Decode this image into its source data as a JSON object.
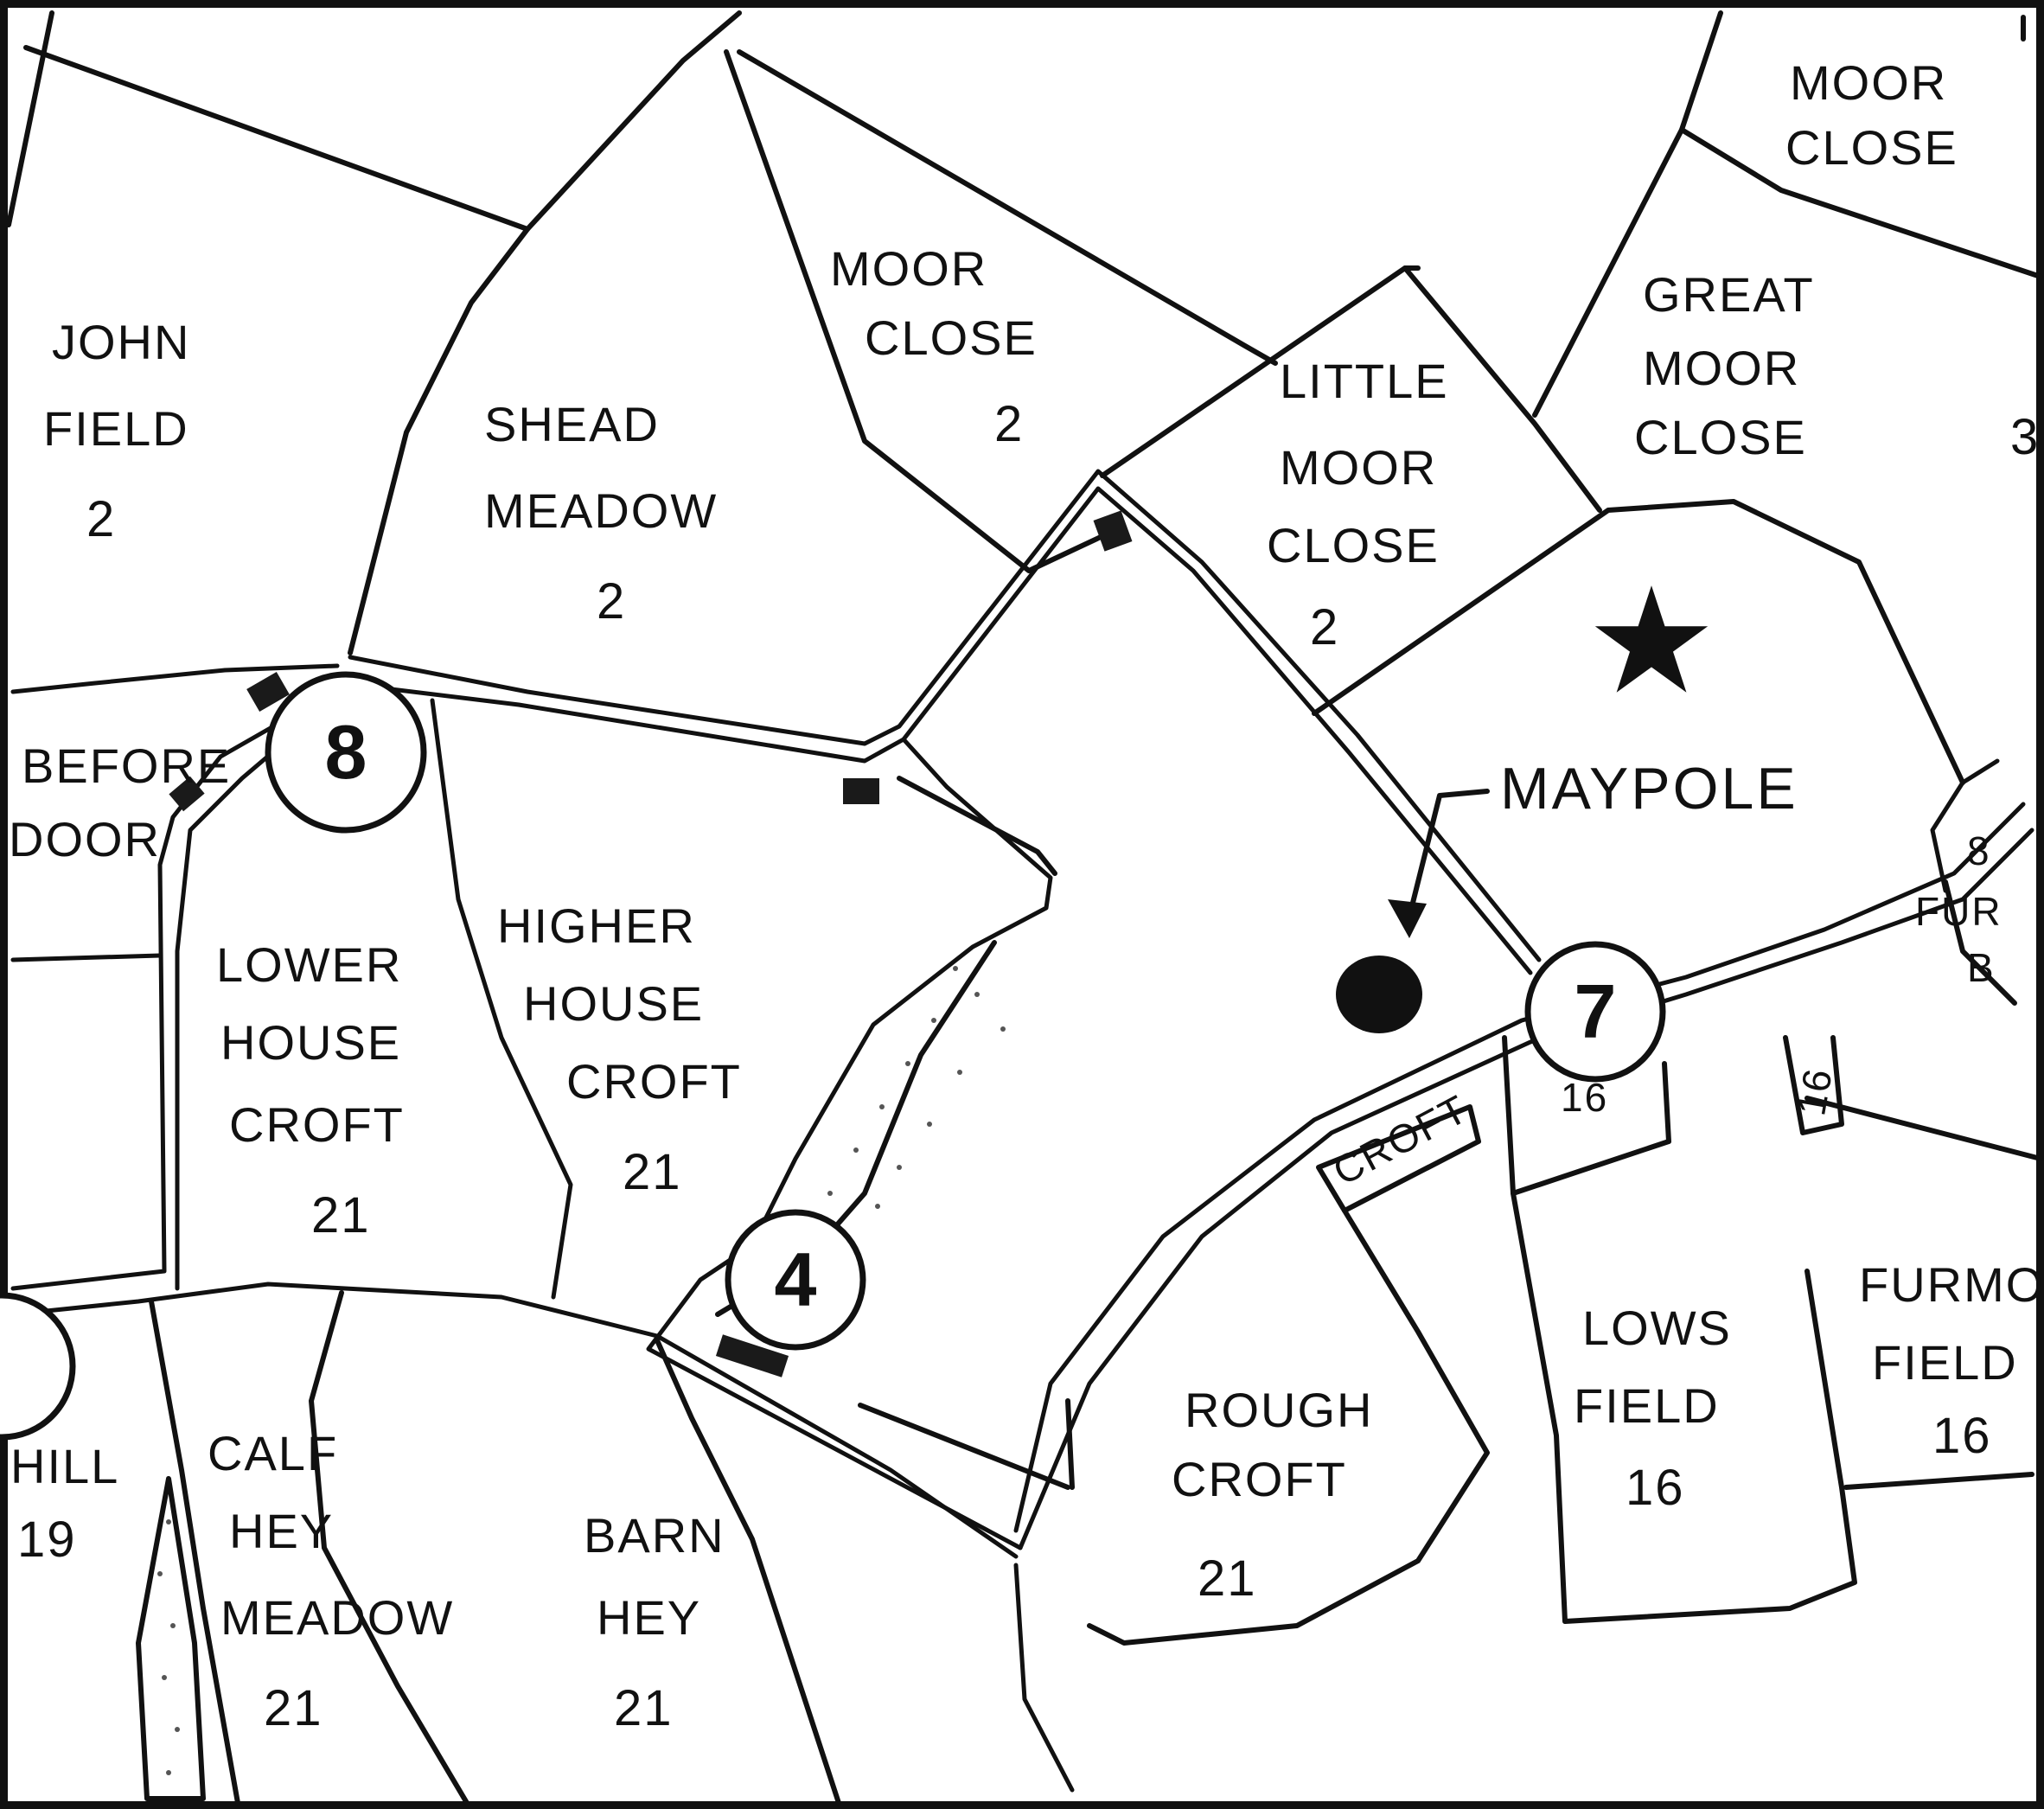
{
  "fields": [
    {
      "id": "john-field",
      "lines": [
        "JOHN",
        "FIELD"
      ],
      "number": "2"
    },
    {
      "id": "shead-meadow",
      "lines": [
        "SHEAD",
        "MEADOW"
      ],
      "number": "2"
    },
    {
      "id": "moor-close",
      "lines": [
        "MOOR",
        "CLOSE"
      ],
      "number": "2"
    },
    {
      "id": "little-moor-close",
      "lines": [
        "LITTLE",
        "MOOR",
        "CLOSE"
      ],
      "number": "2"
    },
    {
      "id": "great-moor-close",
      "lines": [
        "GREAT",
        "MOOR",
        "CLOSE"
      ],
      "number": "3"
    },
    {
      "id": "moor-close-top",
      "lines": [
        "MOOR",
        "CLOSE"
      ],
      "number": ""
    },
    {
      "id": "before-door",
      "lines": [
        "BEFORE",
        "DOOR"
      ],
      "number": ""
    },
    {
      "id": "lower-house-croft",
      "lines": [
        "LOWER",
        "HOUSE",
        "CROFT"
      ],
      "number": "21"
    },
    {
      "id": "higher-house-croft",
      "lines": [
        "HIGHER",
        "HOUSE",
        "CROFT"
      ],
      "number": "21"
    },
    {
      "id": "croft",
      "lines": [
        "CROFT"
      ],
      "number": ""
    },
    {
      "id": "rough-croft",
      "lines": [
        "ROUGH",
        "CROFT"
      ],
      "number": "21"
    },
    {
      "id": "lows-field",
      "lines": [
        "LOWS",
        "FIELD"
      ],
      "number": "16"
    },
    {
      "id": "furmo-field",
      "lines": [
        "FURMO",
        "FIELD"
      ],
      "number": "16"
    },
    {
      "id": "calf-hey-meadow",
      "lines": [
        "CALF",
        "HEY",
        "MEADOW"
      ],
      "number": "21"
    },
    {
      "id": "barn-hey",
      "lines": [
        "BARN",
        "HEY"
      ],
      "number": "21"
    },
    {
      "id": "hill",
      "lines": [
        "HILL"
      ],
      "number": "19"
    },
    {
      "id": "fur-b",
      "lines": [
        "8",
        "FUR",
        "B"
      ],
      "number": ""
    },
    {
      "id": "strip-16-a",
      "lines": [
        "16"
      ],
      "number": ""
    },
    {
      "id": "strip-16-b",
      "lines": [
        "16"
      ],
      "number": ""
    }
  ],
  "markers": [
    {
      "id": "marker-8",
      "label": "8"
    },
    {
      "id": "marker-7",
      "label": "7"
    },
    {
      "id": "marker-4",
      "label": "4"
    }
  ],
  "maypole": {
    "label": "MAYPOLE"
  },
  "star": {
    "glyph": "★"
  },
  "colors": {
    "ink": "#111111",
    "paper": "#ffffff",
    "frame": "#111111"
  }
}
